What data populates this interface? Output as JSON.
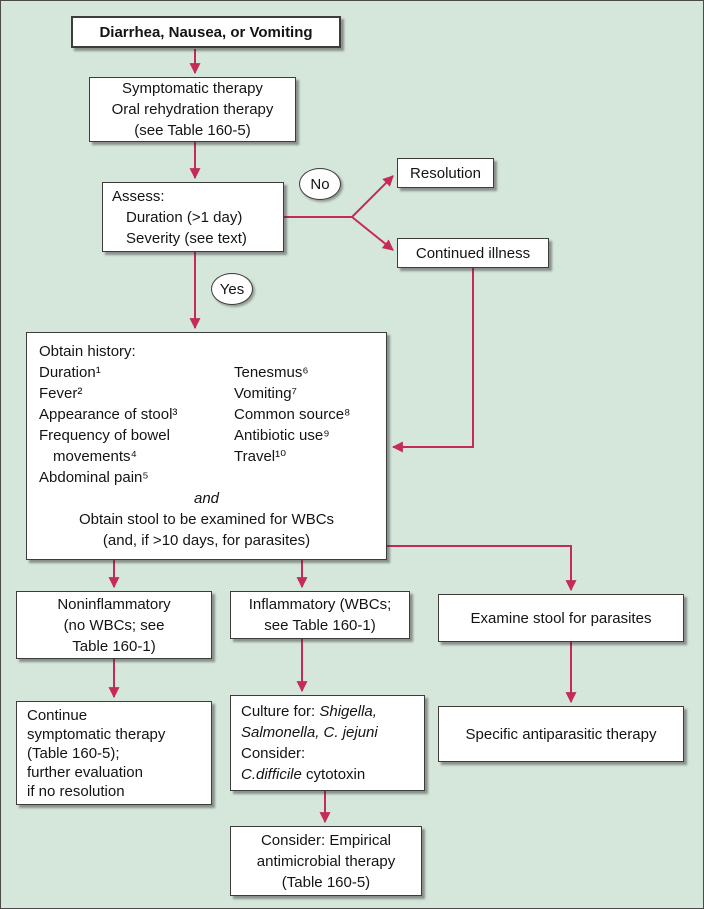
{
  "colors": {
    "background": "#d5e6da",
    "arrow": "#c52a58",
    "box_border": "#3c3c3c",
    "box_background": "#ffffff"
  },
  "nodes": {
    "start": {
      "label": "Diarrhea, Nausea, or Vomiting"
    },
    "symptomatic": {
      "lines": [
        "Symptomatic therapy",
        "Oral rehydration therapy",
        "(see Table 160-5)"
      ]
    },
    "assess": {
      "title": "Assess:",
      "items": [
        "Duration (>1 day)",
        "Severity (see text)"
      ]
    },
    "no_label": "No",
    "yes_label": "Yes",
    "resolution": {
      "label": "Resolution"
    },
    "continued_illness": {
      "label": "Continued illness"
    },
    "obtain_history": {
      "title": "Obtain history:",
      "left_items": [
        "Duration¹",
        "Fever²",
        "Appearance of stool³",
        "Frequency of bowel movements⁴",
        "Abdominal pain⁵"
      ],
      "right_items": [
        "Tenesmus⁶",
        "Vomiting⁷",
        "Common source⁸",
        "Antibiotic use⁹",
        "Travel¹⁰"
      ],
      "and_label": "and",
      "footer_lines": [
        "Obtain stool to be examined for WBCs",
        "(and, if >10 days, for parasites)"
      ]
    },
    "noninflammatory": {
      "lines": [
        "Noninflammatory",
        "(no WBCs; see",
        "Table 160-1)"
      ]
    },
    "inflammatory": {
      "lines": [
        "Inflammatory (WBCs;",
        "see Table 160-1)"
      ]
    },
    "examine_parasites": {
      "label": "Examine stool for parasites"
    },
    "continue_therapy": {
      "lines": [
        "Continue",
        "symptomatic therapy",
        "(Table 160-5);",
        "further evaluation",
        "if no resolution"
      ]
    },
    "culture": {
      "line1_normal": "Culture for: ",
      "line1_italic": "Shigella,",
      "line2_italic": "Salmonella, C. jejuni",
      "line3_normal": "Consider:",
      "line4_italic": "C.difficile",
      "line4_normal": " cytotoxin"
    },
    "antiparasitic": {
      "label": "Specific antiparasitic therapy"
    },
    "empirical": {
      "lines": [
        "Consider: Empirical",
        "antimicrobial therapy",
        "(Table 160-5)"
      ]
    }
  }
}
